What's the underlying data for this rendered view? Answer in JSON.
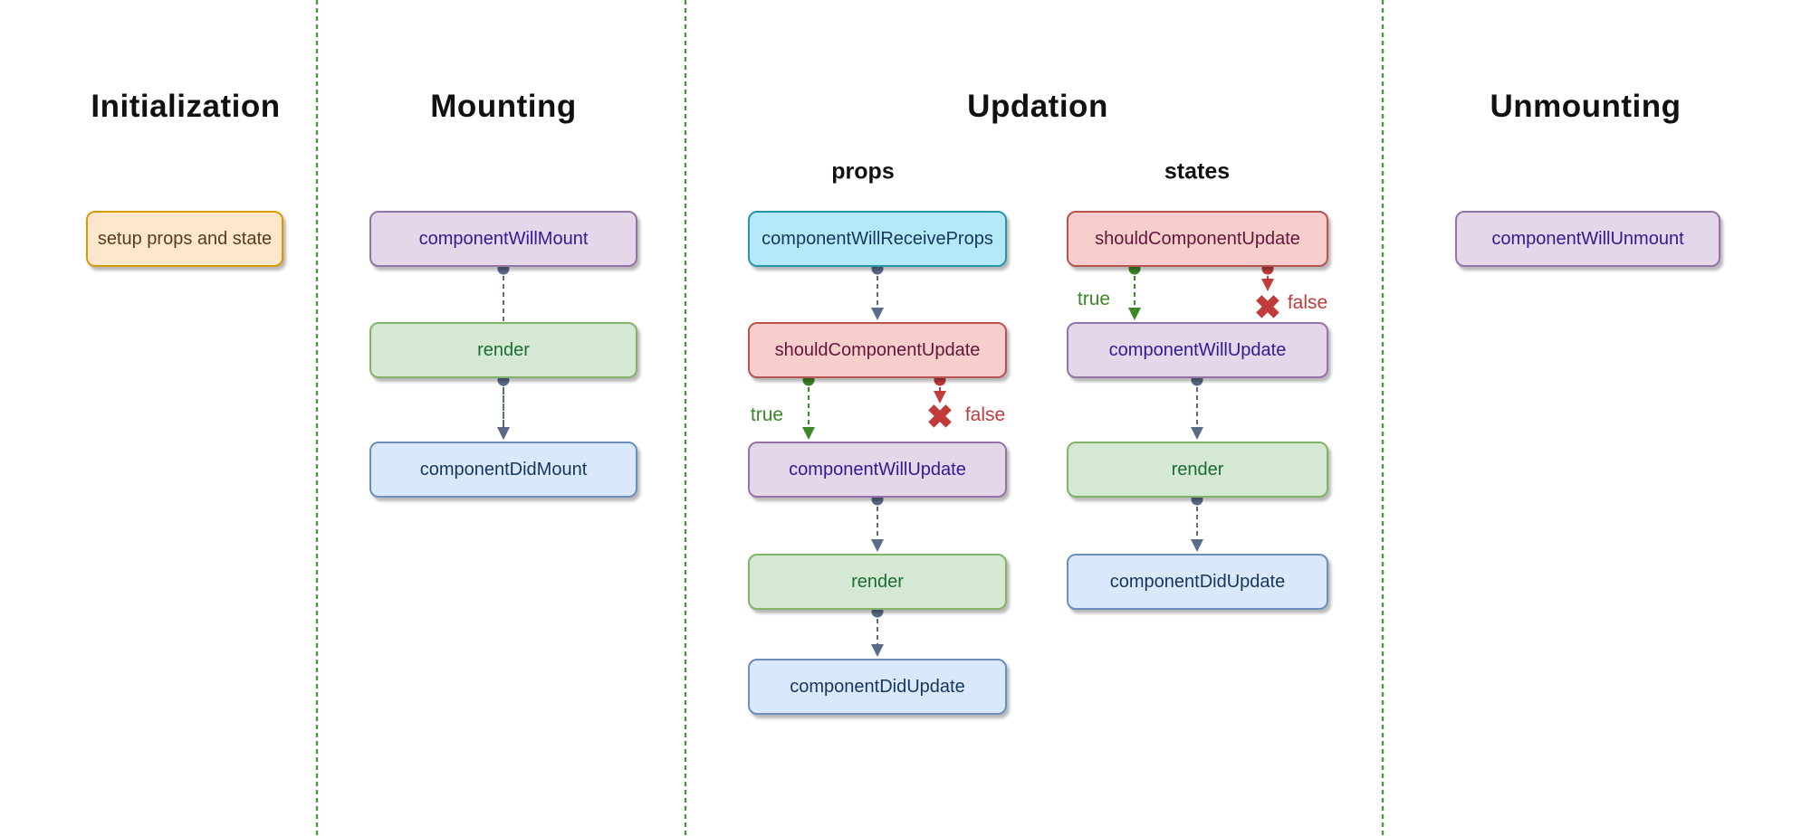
{
  "diagram": {
    "subject": "React component lifecycle flowchart"
  },
  "sections": [
    {
      "title": "Initialization",
      "nodes": [
        {
          "label": "setup props and state",
          "color": "orange"
        }
      ]
    },
    {
      "title": "Mounting",
      "nodes": [
        {
          "label": "componentWillMount",
          "color": "purple"
        },
        {
          "label": "render",
          "color": "green"
        },
        {
          "label": "componentDidMount",
          "color": "blue"
        }
      ]
    },
    {
      "title": "Updation",
      "columns": [
        {
          "label": "props",
          "nodes": [
            {
              "label": "componentWillReceiveProps",
              "color": "cyan"
            },
            {
              "label": "shouldComponentUpdate",
              "color": "red"
            },
            {
              "label": "componentWillUpdate",
              "color": "purple"
            },
            {
              "label": "render",
              "color": "green"
            },
            {
              "label": "componentDidUpdate",
              "color": "blue"
            }
          ],
          "branches": {
            "true": "true",
            "false": "false"
          }
        },
        {
          "label": "states",
          "nodes": [
            {
              "label": "shouldComponentUpdate",
              "color": "red"
            },
            {
              "label": "componentWillUpdate",
              "color": "purple"
            },
            {
              "label": "render",
              "color": "green"
            },
            {
              "label": "componentDidUpdate",
              "color": "blue"
            }
          ],
          "branches": {
            "true": "true",
            "false": "false"
          }
        }
      ]
    },
    {
      "title": "Unmounting",
      "nodes": [
        {
          "label": "componentWillUnmount",
          "color": "purple"
        }
      ]
    }
  ],
  "icons": {
    "false_x": "✖"
  },
  "colors": {
    "divider_green": "#4f9644",
    "flow_arrow_slate": "#5a6b87",
    "true_green": "#3c8727",
    "false_red": "#c13b3b",
    "node_orange_fill": "#ffe6cc",
    "node_orange_border": "#d79b00",
    "node_purple_fill": "#e3d7e9",
    "node_purple_border": "#9673a6",
    "node_green_fill": "#d5e8d4",
    "node_green_border": "#82b366",
    "node_blue_fill": "#dae8fc",
    "node_blue_border": "#6c8ebf",
    "node_cyan_fill": "#b4e9f8",
    "node_cyan_border": "#2a93ae",
    "node_red_fill": "#f8cecc",
    "node_red_border": "#b85450"
  }
}
